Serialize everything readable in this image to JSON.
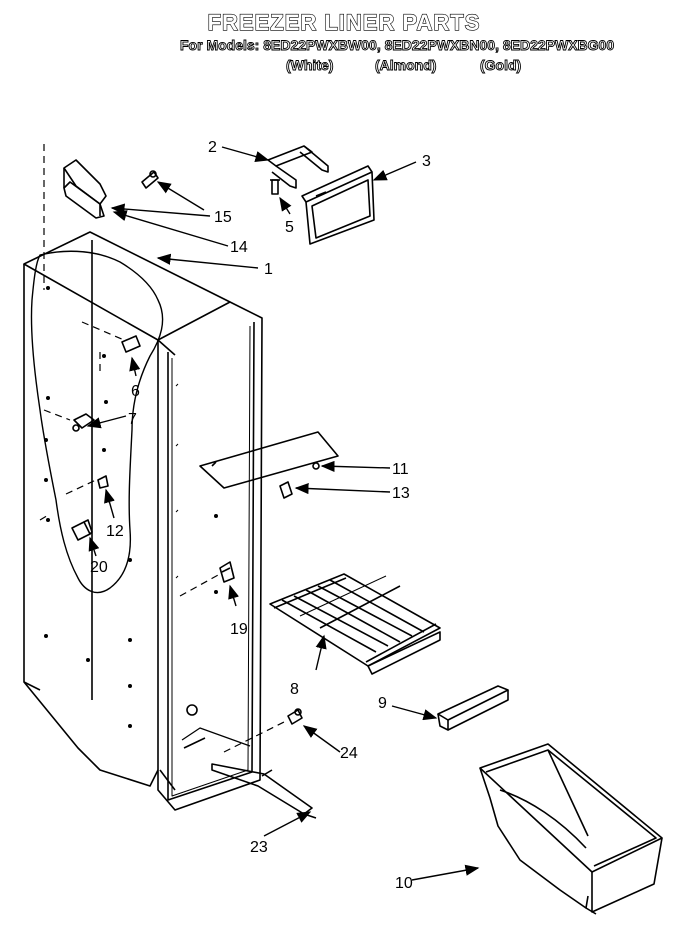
{
  "header": {
    "title": "FREEZER LINER PARTS",
    "models_line": "For Models: 8ED22PWXBW00, 8ED22PWXBN00, 8ED22PWXBG00",
    "variants": [
      "(White)",
      "(Almond)",
      "(Gold)"
    ]
  },
  "callouts": [
    "1",
    "2",
    "3",
    "5",
    "6",
    "7",
    "8",
    "9",
    "10",
    "11",
    "12",
    "13",
    "14",
    "15",
    "19",
    "20",
    "23",
    "24"
  ]
}
